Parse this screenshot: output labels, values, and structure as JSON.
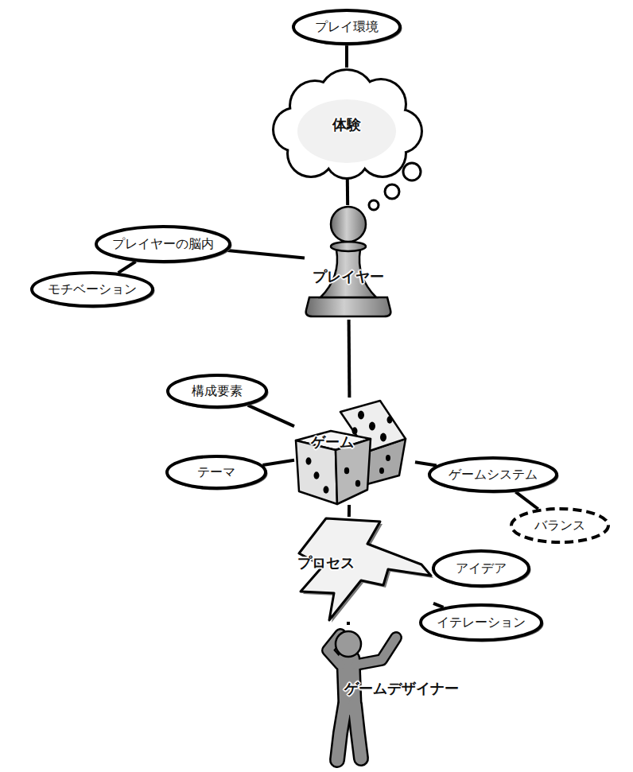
{
  "diagram": {
    "nodes": [
      {
        "text": [
          "プレイ環境"
        ]
      },
      {
        "text": [
          "体験"
        ]
      },
      {
        "text": [
          "プレイヤーの脳内"
        ]
      },
      {
        "text": [
          "プレイヤー"
        ]
      },
      {
        "text": [
          "モチベーション"
        ]
      },
      {
        "text": [
          "構成要素"
        ]
      },
      {
        "text": [
          "ゲーム"
        ]
      },
      {
        "text": [
          "テーマ"
        ]
      },
      {
        "text": [
          "ゲームシステム"
        ]
      },
      {
        "text": [
          "バランス"
        ]
      },
      {
        "text": [
          "プロセス"
        ]
      },
      {
        "text": [
          "アイデア"
        ]
      },
      {
        "text": [
          "イテレーション"
        ]
      },
      {
        "text": [
          "ゲームデザイナー"
        ]
      }
    ],
    "edges": [
      {
        "from": 0,
        "to": 1,
        "arrow": "none"
      },
      {
        "from": 1,
        "to": 3,
        "arrow": "none"
      },
      {
        "from": 3,
        "to": 2,
        "arrow": "none"
      },
      {
        "from": 2,
        "to": 4,
        "arrow": "none"
      },
      {
        "from": 3,
        "to": 6,
        "arrow": "none"
      },
      {
        "from": 5,
        "to": 6,
        "arrow": "none"
      },
      {
        "from": 7,
        "to": 6,
        "arrow": "none"
      },
      {
        "from": 6,
        "to": 8,
        "arrow": "none"
      },
      {
        "from": 8,
        "to": 9,
        "arrow": "none"
      },
      {
        "from": 6,
        "to": 10,
        "arrow": "none"
      },
      {
        "from": 10,
        "to": 11,
        "arrow": "none"
      },
      {
        "from": 10,
        "to": 12,
        "arrow": "none"
      },
      {
        "from": 10,
        "to": 13,
        "arrow": "none"
      }
    ]
  }
}
